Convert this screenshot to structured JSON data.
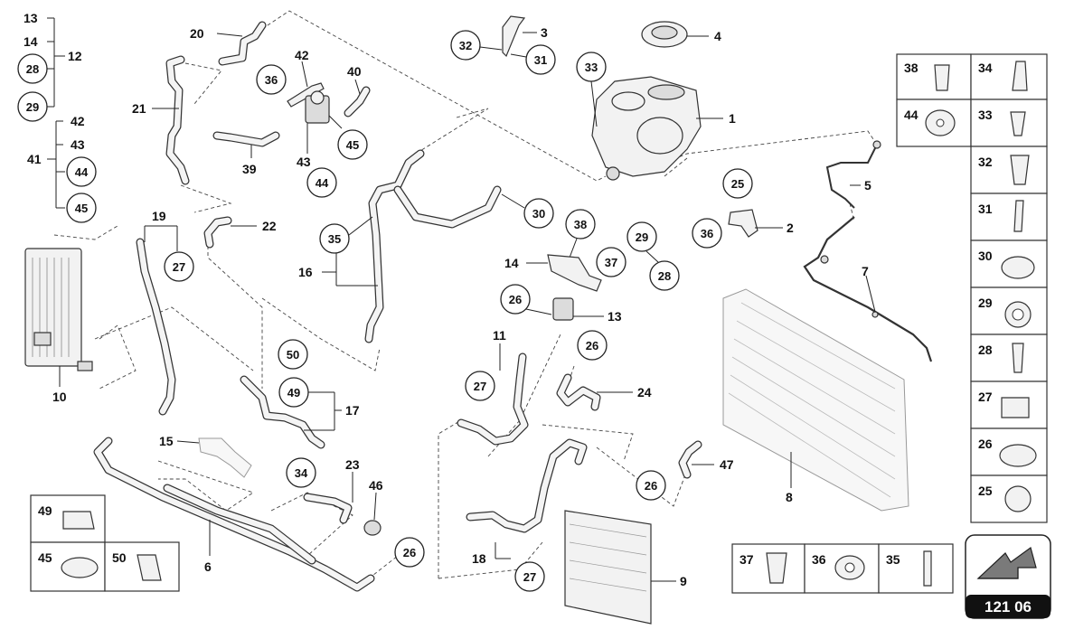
{
  "page_code": "121 06",
  "callouts": {
    "n1": "1",
    "n2": "2",
    "n3": "3",
    "n4": "4",
    "n5": "5",
    "n6": "6",
    "n7": "7",
    "n8": "8",
    "n9": "9",
    "n10": "10",
    "n11": "11",
    "n12": "12",
    "n13a": "13",
    "n13b": "13",
    "n14a": "14",
    "n14b": "14",
    "n15": "15",
    "n16": "16",
    "n17": "17",
    "n18": "18",
    "n19": "19",
    "n20": "20",
    "n21": "21",
    "n22": "22",
    "n23": "23",
    "n24": "24",
    "n39": "39",
    "n40": "40",
    "n41": "41",
    "n42a": "42",
    "n42b": "42",
    "n43a": "43",
    "n43b": "43",
    "n46": "46",
    "n47": "47",
    "c28a": "28",
    "c29a": "29",
    "c44a": "44",
    "c45a": "45",
    "c32": "32",
    "c31": "31",
    "c33": "33",
    "c36a": "36",
    "c45b": "45",
    "c44b": "44",
    "c25": "25",
    "c36b": "36",
    "c30": "30",
    "c35": "35",
    "c38": "38",
    "c29b": "29",
    "c37": "37",
    "c28b": "28",
    "c27a": "27",
    "c26a": "26",
    "c26b": "26",
    "c27b": "27",
    "c50": "50",
    "c49": "49",
    "c34": "34",
    "c26c": "26",
    "c26d": "26",
    "c27c": "27"
  },
  "legend_right": [
    {
      "left": "38",
      "right": "34"
    },
    {
      "left": "44",
      "right": "33"
    },
    {
      "single": "32"
    },
    {
      "single": "31"
    },
    {
      "single": "30"
    },
    {
      "single": "29"
    },
    {
      "single": "28"
    },
    {
      "single": "27"
    },
    {
      "single": "26"
    },
    {
      "single": "25"
    }
  ],
  "legend_bottom_left": {
    "a": "49",
    "b": "45",
    "c": "50"
  },
  "legend_bottom_mid": {
    "a": "37",
    "b": "36",
    "c": "35"
  }
}
